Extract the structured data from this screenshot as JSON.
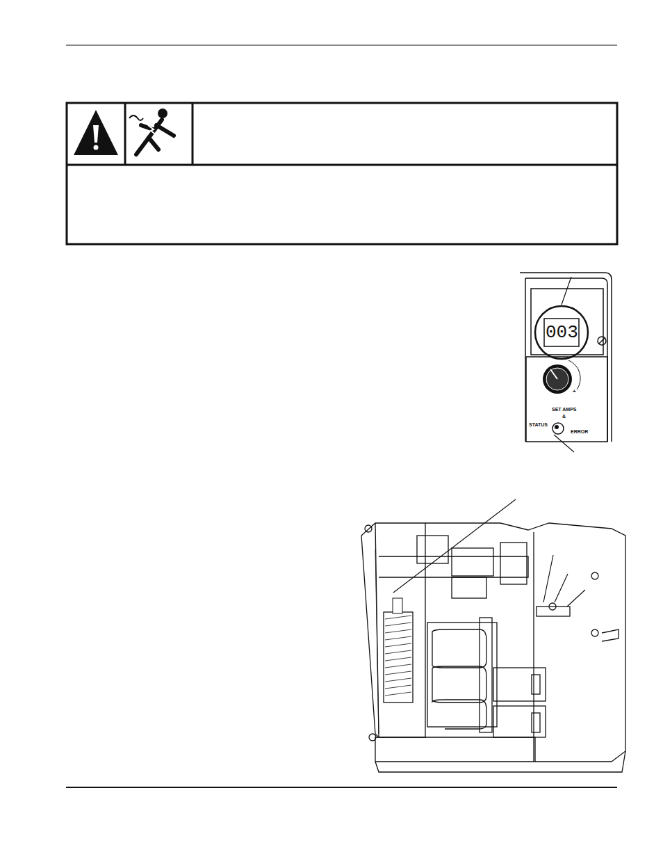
{
  "diagram": {
    "labels": [
      "003",
      "SET AMPS",
      "&",
      "STATUS",
      "ERROR",
      "+"
    ]
  }
}
